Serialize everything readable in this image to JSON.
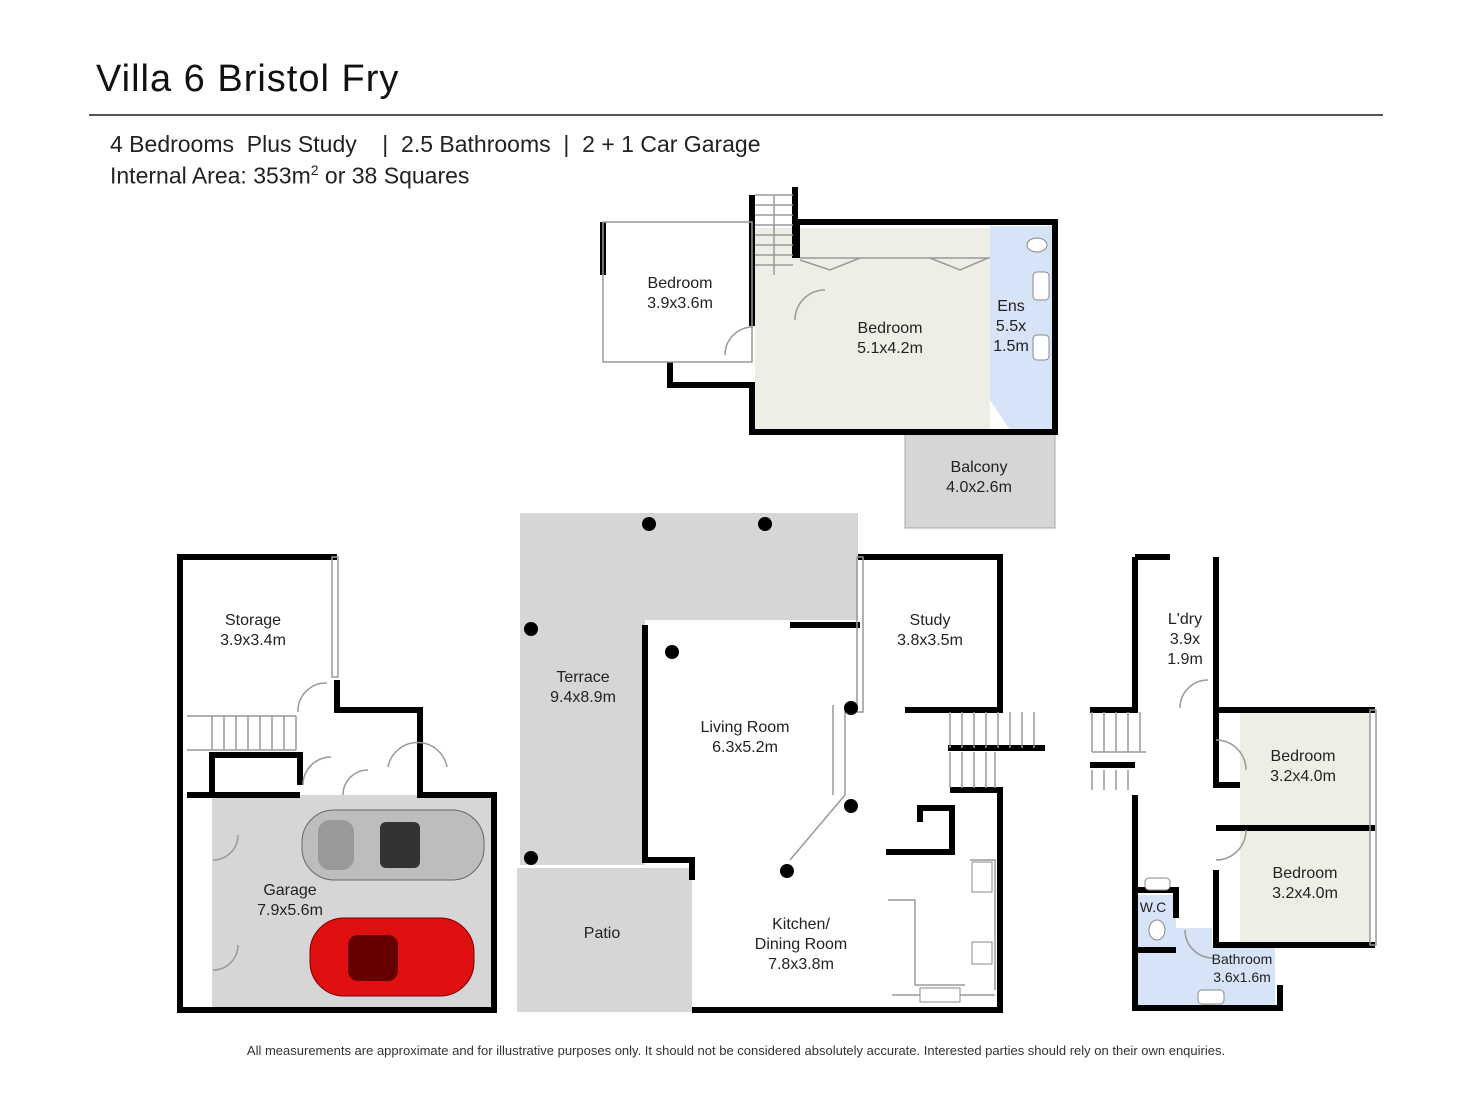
{
  "header": {
    "title": "Villa 6 Bristol Fry",
    "features": "4 Bedrooms  Plus Study    |  2.5 Bathrooms  |  2 + 1 Car Garage",
    "area_prefix": "Internal Area: 353m",
    "area_sup": "2",
    "area_suffix": " or 38 Squares"
  },
  "rooms": {
    "bedroom_upper_left": {
      "name": "Bedroom",
      "size": "3.9x3.6m"
    },
    "bedroom_master": {
      "name": "Bedroom",
      "size": "5.1x4.2m"
    },
    "ensuite": {
      "name": "Ens",
      "size1": "5.5x",
      "size2": "1.5m"
    },
    "balcony": {
      "name": "Balcony",
      "size": "4.0x2.6m"
    },
    "storage": {
      "name": "Storage",
      "size": "3.9x3.4m"
    },
    "garage": {
      "name": "Garage",
      "size": "7.9x5.6m"
    },
    "terrace": {
      "name": "Terrace",
      "size": "9.4x8.9m"
    },
    "living": {
      "name": "Living Room",
      "size": "6.3x5.2m"
    },
    "patio": {
      "name": "Patio"
    },
    "study": {
      "name": "Study",
      "size": "3.8x3.5m"
    },
    "kitchen": {
      "name1": "Kitchen/",
      "name2": "Dining Room",
      "size": "7.8x3.8m"
    },
    "laundry": {
      "name": "L'dry",
      "size1": "3.9x",
      "size2": "1.9m"
    },
    "bedroom_right_1": {
      "name": "Bedroom",
      "size": "3.2x4.0m"
    },
    "bedroom_right_2": {
      "name": "Bedroom",
      "size": "3.2x4.0m"
    },
    "wc": {
      "name": "W.C"
    },
    "bathroom": {
      "name": "Bathroom",
      "size": "3.6x1.6m"
    }
  },
  "colors": {
    "wall": "#000000",
    "beige": "#efeee6",
    "blue": "#d7e3f7",
    "gray": "#d6d6d6",
    "car_silver": "#bdbdbd",
    "car_red": "#e01010"
  },
  "footer": "All measurements are approximate and for illustrative purposes only. It should not be considered absolutely accurate. Interested parties should rely on their own enquiries."
}
